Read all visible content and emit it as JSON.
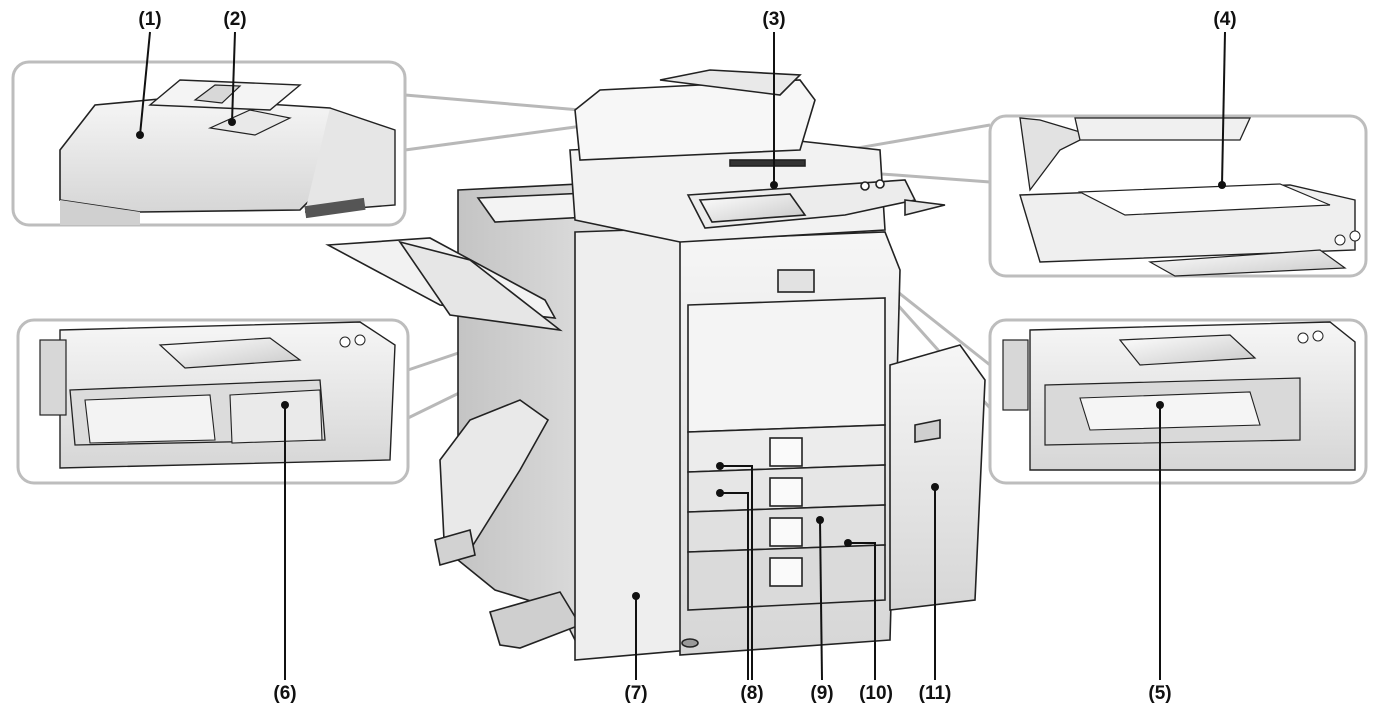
{
  "diagram": {
    "callouts": [
      {
        "id": "1",
        "label": "(1)"
      },
      {
        "id": "2",
        "label": "(2)"
      },
      {
        "id": "3",
        "label": "(3)"
      },
      {
        "id": "4",
        "label": "(4)"
      },
      {
        "id": "5",
        "label": "(5)"
      },
      {
        "id": "6",
        "label": "(6)"
      },
      {
        "id": "7",
        "label": "(7)"
      },
      {
        "id": "8",
        "label": "(8)"
      },
      {
        "id": "9",
        "label": "(9)"
      },
      {
        "id": "10",
        "label": "(10)"
      },
      {
        "id": "11",
        "label": "(11)"
      }
    ],
    "colors": {
      "outline": "#222222",
      "panel": "#ededed",
      "body_light": "#f1f1f1",
      "body_mid": "#d9d9d9",
      "body_dark": "#a8a8a8",
      "inset_border": "#bdbdbd",
      "connector": "#b5b5b5"
    }
  }
}
